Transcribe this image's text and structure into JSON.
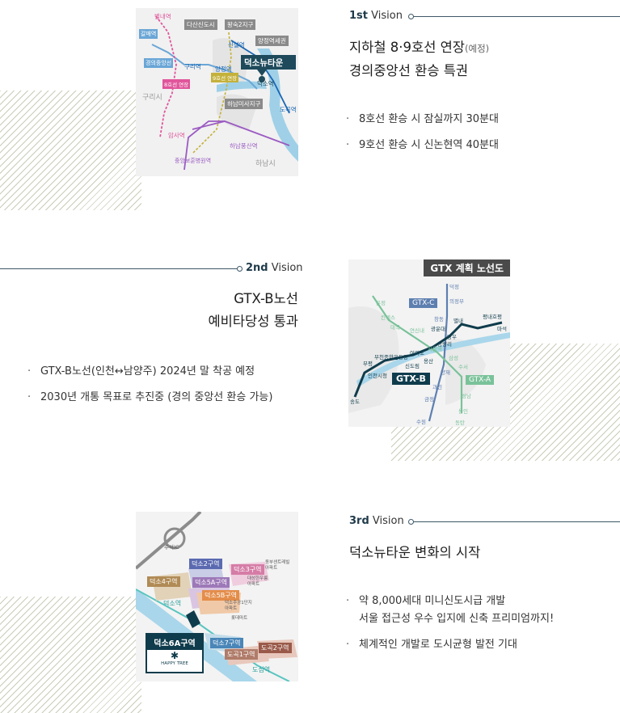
{
  "section1": {
    "vision_num": "1st",
    "vision_word": "Vision",
    "title_line1": "지하철 8·9호선 연장",
    "title_note": "(예정)",
    "title_line2": "경의중앙선 환승 특권",
    "bullets": [
      "8호선 환승 시 잠실까지 30분대",
      "9호선 환승 시 신논현역 40분대"
    ],
    "map": {
      "labels": {
        "a": "별내역",
        "b": "다산신도시",
        "c": "왕숙2지구",
        "d": "양정역세권",
        "e": "갈매역",
        "f": "신설역",
        "g": "경의중앙선",
        "h": "구리역",
        "i": "양정역",
        "j": "8호선 연장",
        "k": "덕소뉴타운",
        "l": "덕소역",
        "m": "9호선 연장",
        "n": "구리시",
        "o": "하남미사지구",
        "p": "도곡역",
        "q": "암사역",
        "r": "하남풍산역",
        "s": "하남시",
        "t": "중앙보훈병원역"
      }
    }
  },
  "section2": {
    "vision_num": "2nd",
    "vision_word": "Vision",
    "title_line1": "GTX-B노선",
    "title_line2": "예비타당성 통과",
    "bullets": [
      "GTX-B노선(인천↔남양주) 2024년 말 착공 예정",
      "2030년 개통 목표로 추진중 (경의 중앙선 환승 가능)"
    ],
    "map": {
      "header": "GTX 계획 노선도",
      "gtx_a": "GTX-A",
      "gtx_b": "GTX-B",
      "gtx_c": "GTX-C",
      "stations": {
        "yangju": "덕정",
        "uijeongbu": "의정부",
        "changdong": "창동",
        "gwangwoon": "광운대",
        "byeolnae": "별내",
        "pyeongnae": "평내호평",
        "maseok": "마석",
        "mangu": "망우",
        "cheongnyangni": "청량리",
        "songdo": "송도",
        "incheon": "인천시청",
        "bupyeong": "부평",
        "bucheon": "부천종합운동장",
        "sindorim": "신도림",
        "yeouido": "여의도",
        "yongsan": "용산",
        "seoul": "서울역",
        "samseong": "삼성",
        "suseo": "수서",
        "yangjae": "양재",
        "gwacheon": "과천",
        "geumjeong": "금정",
        "suwon": "수원",
        "seongnam": "성남",
        "yongin": "용인",
        "dongtan": "동탄",
        "ilsan": "킨텍스",
        "unjeong": "운정",
        "daegok": "대곡",
        "yeonsinnae": "연신내"
      }
    }
  },
  "section3": {
    "vision_num": "3rd",
    "vision_word": "Vision",
    "title": "덕소뉴타운 변화의 시작",
    "bullet1_line1": "약 8,000세대 미니신도시급 개발",
    "bullet1_line2": "서울 접근성 우수 입지에 신축 프리미엄까지!",
    "bullet2": "체계적인 개발로 도시균형 발전 기대",
    "map": {
      "z2": "덕소2구역",
      "z3": "덕소3구역",
      "z4": "덕소4구역",
      "z5a": "덕소5A구역",
      "z5b": "덕소5B구역",
      "z6a": "덕소6A구역",
      "z7": "덕소7구역",
      "d1": "도곡1구역",
      "d2": "도곡2구역",
      "st1": "덕소역",
      "st2": "도심역",
      "brand": "HAPPY TREE",
      "n1": "수석IC",
      "n2": "동부센트레빌\n아파트",
      "n3": "대성한우릉\n아파트",
      "n4": "덕소주공1단지\n아파트",
      "n5": "롯데마트"
    }
  }
}
